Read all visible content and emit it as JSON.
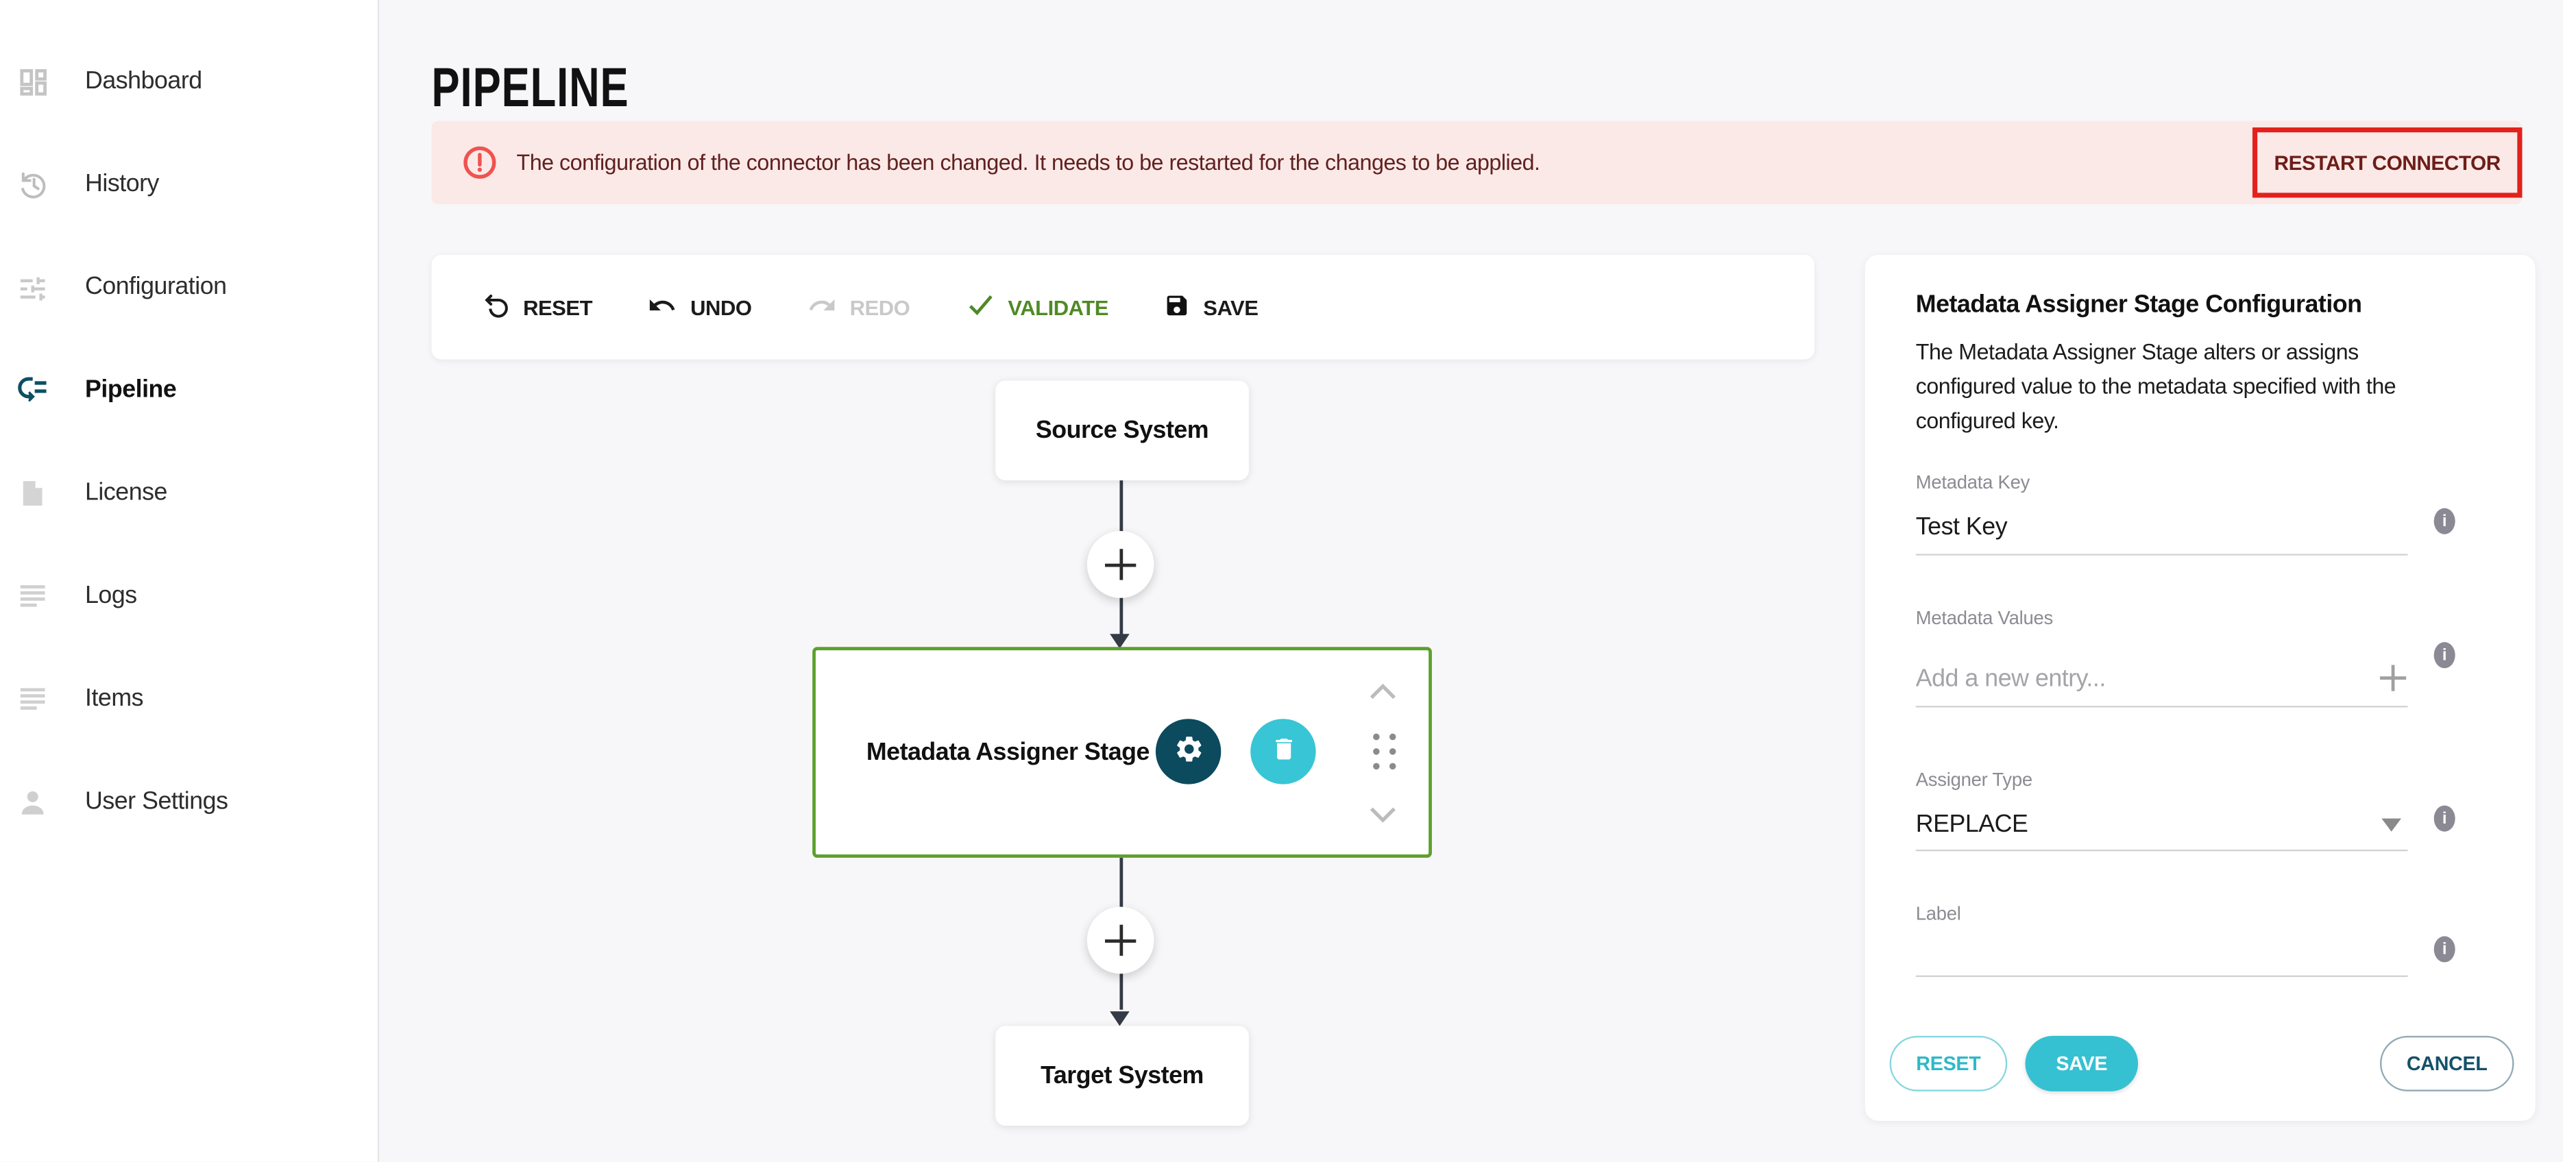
{
  "app": {
    "title": "PIPELINE"
  },
  "sidebar": {
    "items": [
      {
        "label": "Dashboard",
        "icon": "dashboard-icon",
        "active": false
      },
      {
        "label": "History",
        "icon": "history-icon",
        "active": false
      },
      {
        "label": "Configuration",
        "icon": "sliders-icon",
        "active": false
      },
      {
        "label": "Pipeline",
        "icon": "pipeline-icon",
        "active": true
      },
      {
        "label": "License",
        "icon": "document-icon",
        "active": false
      },
      {
        "label": "Logs",
        "icon": "lines-icon",
        "active": false
      },
      {
        "label": "Items",
        "icon": "lines-icon",
        "active": false
      },
      {
        "label": "User Settings",
        "icon": "user-icon",
        "active": false
      }
    ]
  },
  "alert": {
    "message": "The configuration of the connector has been changed. It needs to be restarted for the changes to be applied.",
    "action_label": "RESTART CONNECTOR"
  },
  "toolbar": {
    "items": [
      {
        "label": "RESET",
        "icon": "rotate-ccw-icon",
        "disabled": false
      },
      {
        "label": "UNDO",
        "icon": "undo-icon",
        "disabled": false
      },
      {
        "label": "REDO",
        "icon": "redo-icon",
        "disabled": true
      },
      {
        "label": "VALIDATE",
        "icon": "check-icon",
        "disabled": false
      },
      {
        "label": "SAVE",
        "icon": "floppy-icon",
        "disabled": false
      }
    ]
  },
  "pipeline": {
    "source_label": "Source System",
    "stage_label": "Metadata Assigner Stage",
    "target_label": "Target System"
  },
  "panel": {
    "title": "Metadata Assigner Stage Configuration",
    "description": "The Metadata Assigner Stage alters or assigns configured value to the metadata specified with the configured key.",
    "fields": {
      "metadata_key": {
        "label": "Metadata Key",
        "value": "Test Key"
      },
      "metadata_values": {
        "label": "Metadata Values",
        "placeholder": "Add a new entry..."
      },
      "assigner_type": {
        "label": "Assigner Type",
        "value": "REPLACE"
      },
      "stage_label": {
        "label": "Label",
        "value": ""
      }
    },
    "buttons": {
      "reset": "RESET",
      "save": "SAVE",
      "cancel": "CANCEL"
    }
  },
  "colors": {
    "accent_cyan": "#35c1d1",
    "dark_teal": "#0c4a5e",
    "stage_border_green": "#5d9f2d",
    "validate_green": "#4f8a25",
    "alert_bg": "#fbe9e7",
    "alert_text": "#5f2120",
    "alert_icon_red": "#ef5350",
    "highlight_red": "#e2211c",
    "connector_line": "#353b46"
  }
}
